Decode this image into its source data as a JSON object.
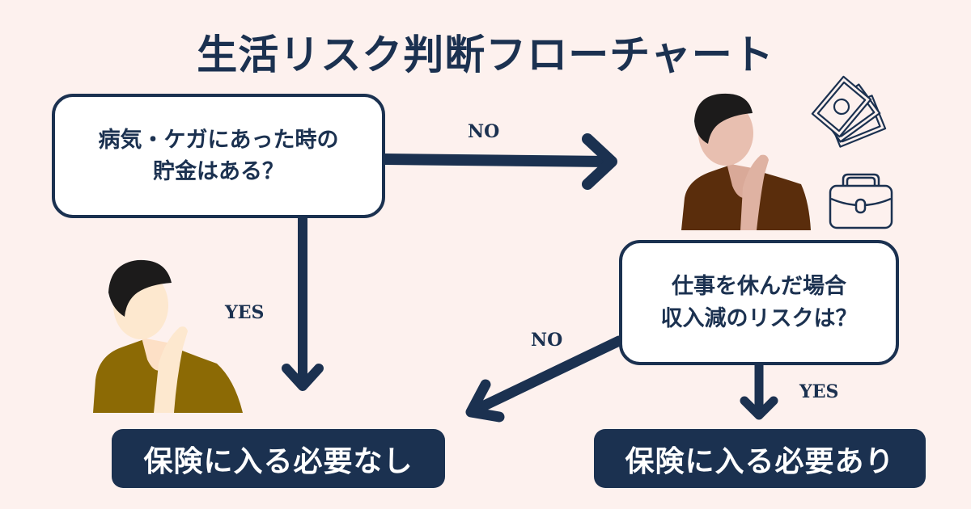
{
  "title": "生活リスク判断フローチャート",
  "nodes": {
    "question1": {
      "line1": "病気・ケガにあった時の",
      "line2": "貯金はある？"
    },
    "question2": {
      "line1": "仕事を休んだ場合",
      "line2": "収入減のリスクは？"
    },
    "result_no_need": "保険に入る必要なし",
    "result_need": "保険に入る必要あり"
  },
  "edges": {
    "q1_no_label": "NO",
    "q1_yes_label": "YES",
    "q2_no_label": "NO",
    "q2_yes_label": "YES"
  },
  "illustrations": {
    "person_top_right": "thinking-person",
    "person_left": "thinking-person",
    "money_icon": "banknotes-icon",
    "briefcase_icon": "briefcase-icon"
  },
  "colors": {
    "background": "#fdf1ee",
    "navy": "#1b3150",
    "box_fill": "#ffffff",
    "shirt_brown": "#5a2d0c",
    "shirt_olive": "#8c6a05"
  }
}
